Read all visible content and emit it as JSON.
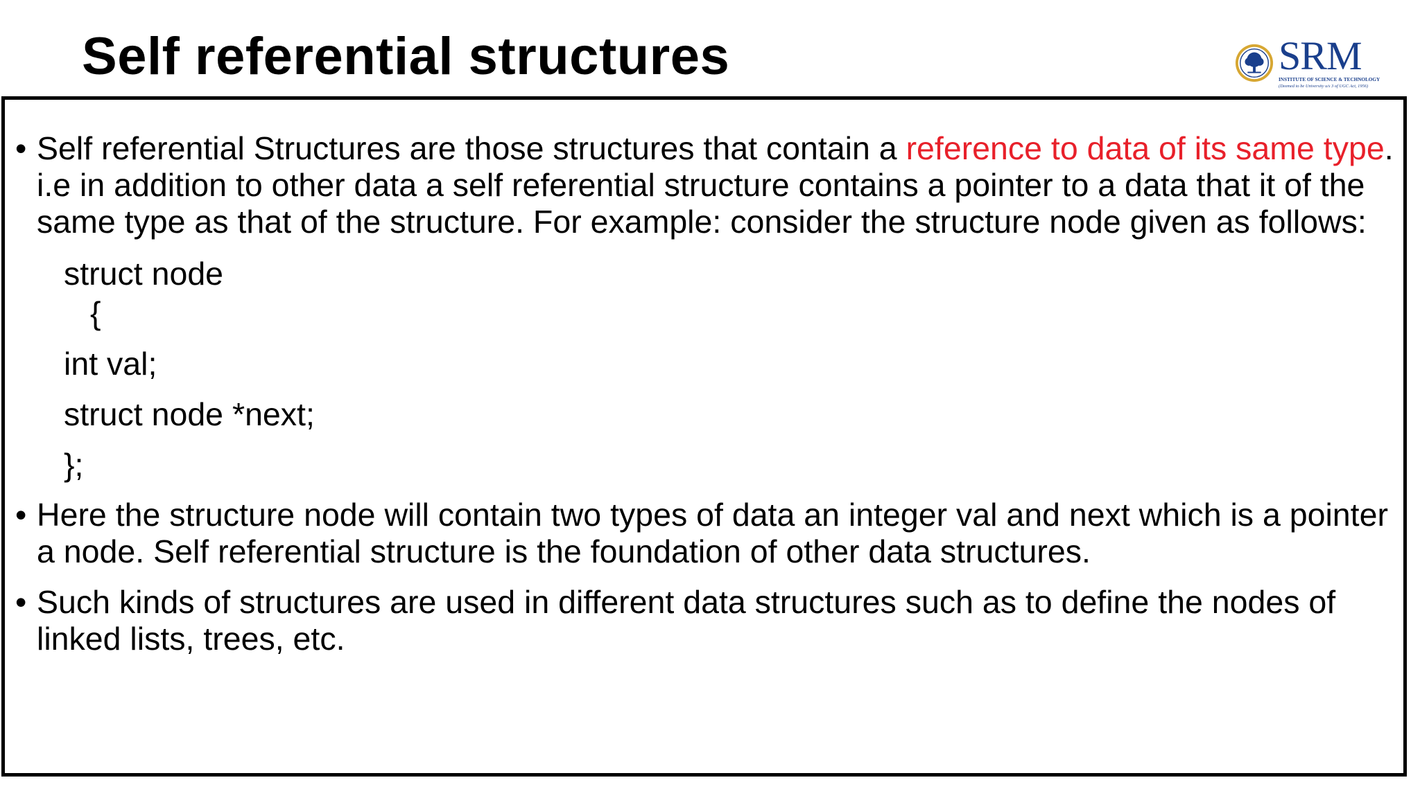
{
  "slide": {
    "title": "Self referential structures"
  },
  "logo": {
    "name": "SRM",
    "subtitle": "INSTITUTE OF SCIENCE & TECHNOLOGY",
    "tagline": "(Deemed to be University u/s 3 of UGC Act, 1956)",
    "brand_color": "#1a3f8c",
    "icon": "tree-seal-icon"
  },
  "colors": {
    "highlight": "#e8202a",
    "text": "#000000",
    "border": "#000000"
  },
  "content": {
    "bullet_glyph": "•",
    "bullet1": {
      "text_before": "Self referential Structures are those structures that contain a ",
      "highlight": "reference to data of its same type",
      "text_after": ". i.e in addition to other data a self referential structure contains a pointer to a data that it of the same type as that of the structure. For example: consider the structure node given as follows:"
    },
    "code": [
      "struct node",
      "{",
      "int val;",
      "struct node *next;",
      "};"
    ],
    "bullet2": "Here the structure node will contain two types of data an integer val and next which is a pointer a node. Self referential structure is the foundation of other data structures.",
    "bullet3": "Such kinds of structures are used in different data structures such as to define the nodes of linked lists, trees, etc."
  }
}
